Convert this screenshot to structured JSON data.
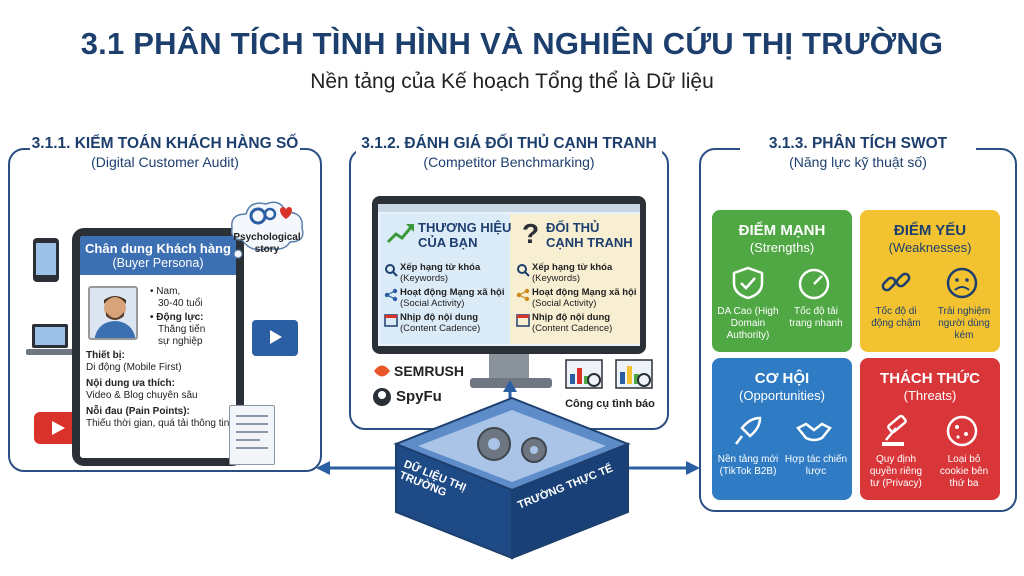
{
  "header": {
    "title": "3.1 PHÂN TÍCH TÌNH HÌNH VÀ NGHIÊN CỨU THỊ TRƯỜNG",
    "subtitle": "Nền tảng của Kế hoạch Tổng thể là Dữ liệu"
  },
  "audit": {
    "title": "3.1.1. KIỂM TOÁN KHÁCH HÀNG SỐ",
    "subtitle": "(Digital Customer Audit)",
    "cloud_label": "Psychological story",
    "persona_title": "Chân dung Khách hàng",
    "persona_subtitle": "(Buyer Persona)",
    "bullet_1": "• Nam,",
    "bullet_1b": "30-40 tuổi",
    "bullet_2_label": "• Động lực:",
    "bullet_2_value_a": "Thăng tiến",
    "bullet_2_value_b": "sự nghiệp",
    "device_label": "Thiết bị:",
    "device_value": "Di động (Mobile First)",
    "content_label": "Nội dung ưa thích:",
    "content_value": "Video & Blog chuyên sâu",
    "pain_label": "Nỗi đau (Pain Points):",
    "pain_value": "Thiếu thời gian, quá tải thông tin"
  },
  "competitor": {
    "title": "3.1.2. ĐÁNH GIÁ ĐỐI THỦ CẠNH TRANH",
    "subtitle": "(Competitor Benchmarking)",
    "col_left_title_a": "THƯƠNG HIỆU",
    "col_left_title_b": "CỦA BẠN",
    "col_right_title_a": "ĐỐI THỦ",
    "col_right_title_b": "CẠNH TRANH",
    "row_1_a": "Xếp hạng từ khóa",
    "row_1_b": "(Keywords)",
    "row_2_a": "Hoạt động Mạng xã hội",
    "row_2_b": "(Social Activity)",
    "row_3_a": "Nhịp độ nội dung",
    "row_3_b": "(Content Cadence)",
    "brand_1": "SEMRUSH",
    "brand_2": "SpyFu",
    "tools_label": "Công cụ tình báo"
  },
  "swot": {
    "title": "3.1.3. PHÂN TÍCH SWOT",
    "subtitle": "(Năng lực kỹ thuật số)",
    "strengths": {
      "title": "ĐIỂM MẠNH",
      "sub": "(Strengths)",
      "item_1": "DA Cao (High Domain Authority)",
      "item_2": "Tốc độ tải trang nhanh",
      "color": "#4fa843"
    },
    "weaknesses": {
      "title": "ĐIỂM YẾU",
      "sub": "(Weaknesses)",
      "item_1": "Tốc độ di động chậm",
      "item_2": "Trải nghiệm người dùng kém",
      "color": "#f2c230"
    },
    "opportunities": {
      "title": "CƠ HỘI",
      "sub": "(Opportunities)",
      "item_1": "Nền tảng mới (TikTok B2B)",
      "item_2": "Hợp tác chiến lược",
      "color": "#2f7bc4"
    },
    "threats": {
      "title": "THÁCH THỨC",
      "sub": "(Threats)",
      "item_1": "Quy định quyền riêng tư (Privacy)",
      "item_2": "Loại bỏ cookie bên thứ ba",
      "color": "#d9363a"
    }
  },
  "hub": {
    "left_label": "DỮ LIỆU THỊ TRƯỜNG",
    "right_label": "TRƯỜNG THỰC TẾ"
  }
}
